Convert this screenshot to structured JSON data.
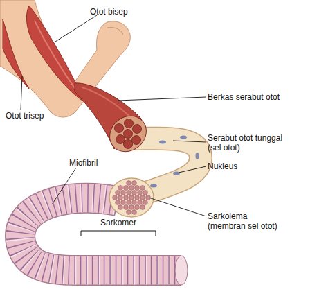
{
  "diagram": {
    "labels": [
      "Otot bisep",
      "Otot trisep",
      "Berkas serabut otot",
      "Serabut otot tunggal (sel otot)",
      "Nukleus",
      "Sarkolema (membran sel otot)",
      "Miofibril",
      "Sarkomer"
    ]
  }
}
